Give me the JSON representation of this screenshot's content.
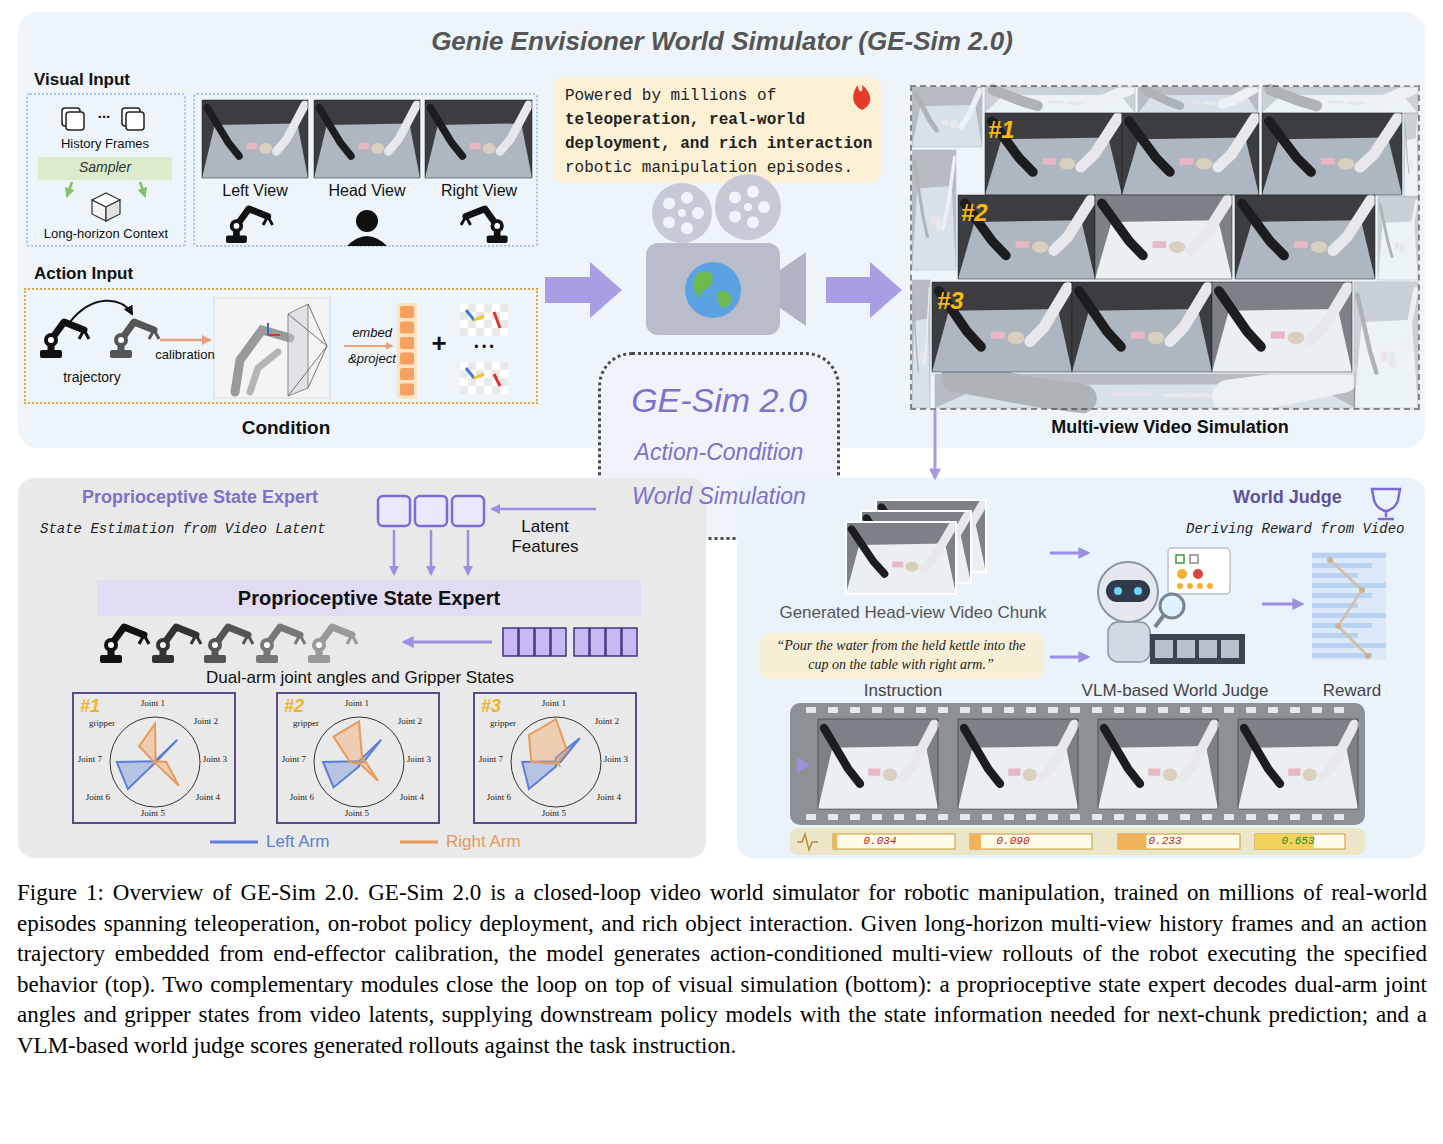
{
  "diagram": {
    "caption": "Figure 1: Overview of GE-Sim 2.0. GE-Sim 2.0 is a closed-loop video world simulator for robotic manipulation, trained on millions of real-world episodes spanning teleoperation, on-robot policy deployment, and rich object interaction. Given long-horizon multi-view history frames and an action trajectory embedded from end-effector calibration, the model generates action-conditioned multi-view rollouts of the robot executing the specified behavior (top). Two complementary modules close the loop on top of visual simulation (bottom): a proprioceptive state expert decodes dual-arm joint angles and gripper states from video latents, supplying downstream policy models with the state information needed for next-chunk prediction; and a VLM-based world judge scores generated rollouts against the task instruction.",
    "nodes": [
      {
        "text": [
          "Genie Envisioner World Simulator (GE-Sim 2.0)"
        ]
      },
      {
        "text": [
          "Visual Input"
        ],
        "in": 0
      },
      {
        "text": [
          "Sampler"
        ],
        "in": 1
      },
      {
        "text": [
          "Left View",
          "Head View",
          "Right View"
        ],
        "in": 0
      },
      {
        "text": [
          "Action Input"
        ],
        "in": 0
      },
      {
        "text": [
          "Powered by millions of",
          "teleoperation, real-world deployment, and rich interaction",
          "robotic manipulation episodes."
        ],
        "in": 0
      },
      {
        "text": [
          "Multi-view Video Simulation"
        ],
        "in": 0
      },
      {
        "text": [
          "GE-Sim 2.0",
          "Action-Condition World Simulation"
        ]
      },
      {
        "text": [
          "Proprioceptive State Expert",
          "State Estimation from Video Latent"
        ]
      },
      {
        "text": [
          "Proprioceptive State Expert"
        ],
        "in": 8
      },
      {
        "text": [
          "#1",
          "Joint 1",
          "gripper",
          "Joint 2",
          "Joint 3",
          "Joint 4",
          "Joint 5",
          "Joint 6",
          "Joint 7"
        ],
        "in": 8
      },
      {
        "text": [
          "#2",
          "Joint 1",
          "gripper",
          "Joint 2",
          "Joint 3",
          "Joint 4",
          "Joint 5",
          "Joint 6",
          "Joint 7"
        ],
        "in": 8
      },
      {
        "text": [
          "#3",
          "Joint 1",
          "gripper",
          "Joint 2",
          "Joint 3",
          "Joint 4",
          "Joint 5",
          "Joint 6",
          "Joint 7"
        ],
        "in": 8
      },
      {
        "text": [
          "World Judge",
          "Deriving Reward from Video"
        ]
      },
      {
        "text": [
          "“Pour the water from the held kettle into the cup on the table with right arm.”"
        ],
        "in": 13
      }
    ],
    "edges": [
      {
        "from": 6,
        "to": 13,
        "arrow": "to"
      }
    ],
    "labels": [
      "History Frames",
      "...",
      "Long-horizon Context",
      "trajectory",
      "calibration",
      "embed &project",
      "+",
      "• • •",
      "Condition",
      "#1",
      "#2",
      "#3",
      "Latent Features",
      "Dual-arm joint angles and Gripper States",
      "Generated Head-view Video Chunk",
      "Instruction",
      "VLM-based World Judge",
      "Reward",
      "0.034",
      "0.090",
      "0.233",
      "0.653"
    ],
    "legend": [
      {
        "text": "Left Arm"
      },
      {
        "text": "Right Arm"
      }
    ]
  }
}
